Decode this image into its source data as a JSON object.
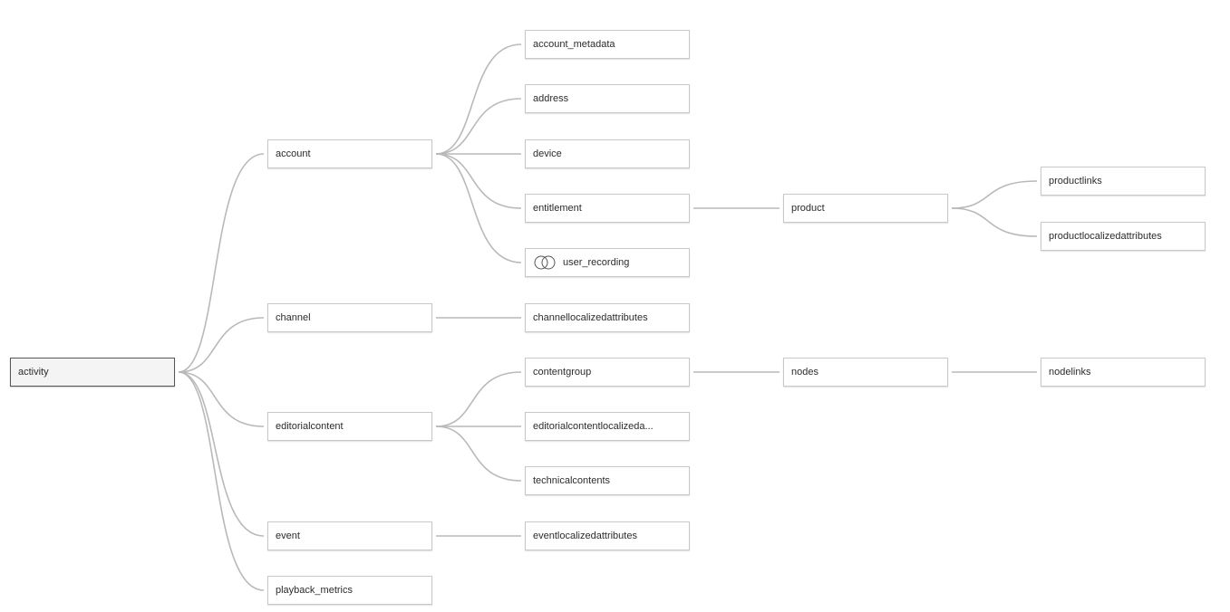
{
  "tree": {
    "root": {
      "label": "activity"
    },
    "nodes": {
      "account": {
        "label": "account"
      },
      "channel": {
        "label": "channel"
      },
      "editorialcontent": {
        "label": "editorialcontent"
      },
      "event": {
        "label": "event"
      },
      "playback_metrics": {
        "label": "playback_metrics"
      },
      "account_metadata": {
        "label": "account_metadata"
      },
      "address": {
        "label": "address"
      },
      "device": {
        "label": "device"
      },
      "entitlement": {
        "label": "entitlement"
      },
      "user_recording": {
        "label": "user_recording",
        "icon": "join-icon"
      },
      "channellocalizedattributes": {
        "label": "channellocalizedattributes"
      },
      "contentgroup": {
        "label": "contentgroup"
      },
      "editorialcontentlocalizeda": {
        "label": "editorialcontentlocalizeda..."
      },
      "technicalcontents": {
        "label": "technicalcontents"
      },
      "eventlocalizedattributes": {
        "label": "eventlocalizedattributes"
      },
      "product": {
        "label": "product"
      },
      "nodes": {
        "label": "nodes"
      },
      "productlinks": {
        "label": "productlinks"
      },
      "productlocalizedattributes": {
        "label": "productlocalizedattributes"
      },
      "nodelinks": {
        "label": "nodelinks"
      }
    },
    "edges": [
      [
        "root",
        "account"
      ],
      [
        "root",
        "channel"
      ],
      [
        "root",
        "editorialcontent"
      ],
      [
        "root",
        "event"
      ],
      [
        "root",
        "playback_metrics"
      ],
      [
        "account",
        "account_metadata"
      ],
      [
        "account",
        "address"
      ],
      [
        "account",
        "device"
      ],
      [
        "account",
        "entitlement"
      ],
      [
        "account",
        "user_recording"
      ],
      [
        "channel",
        "channellocalizedattributes"
      ],
      [
        "editorialcontent",
        "contentgroup"
      ],
      [
        "editorialcontent",
        "editorialcontentlocalizeda"
      ],
      [
        "editorialcontent",
        "technicalcontents"
      ],
      [
        "event",
        "eventlocalizedattributes"
      ],
      [
        "entitlement",
        "product"
      ],
      [
        "contentgroup",
        "nodes"
      ],
      [
        "product",
        "productlinks"
      ],
      [
        "product",
        "productlocalizedattributes"
      ],
      [
        "nodes",
        "nodelinks"
      ]
    ]
  },
  "colors": {
    "link": "#b9b9b9",
    "node_border": "#c8c8c8",
    "root_border": "#555555",
    "root_fill": "#f4f4f4",
    "text": "#2b2b2b"
  }
}
